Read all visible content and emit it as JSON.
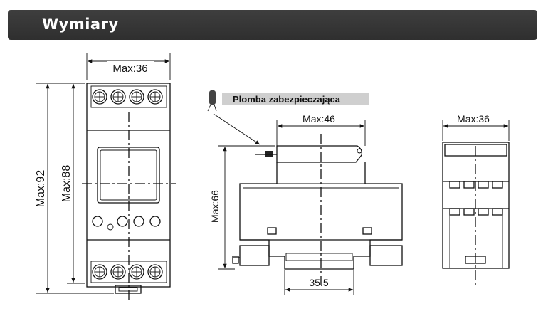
{
  "header": {
    "title": "Wymiary"
  },
  "front_view": {
    "width_label": "Max:36",
    "height_outer_label": "Max:92",
    "height_inner_label": "Max:88"
  },
  "side_view": {
    "seal_label": "Plomba zabezpieczająca",
    "width_label": "Max:46",
    "height_label": "Max:66",
    "rail_label": "35.5"
  },
  "end_view": {
    "width_label": "Max:36"
  }
}
